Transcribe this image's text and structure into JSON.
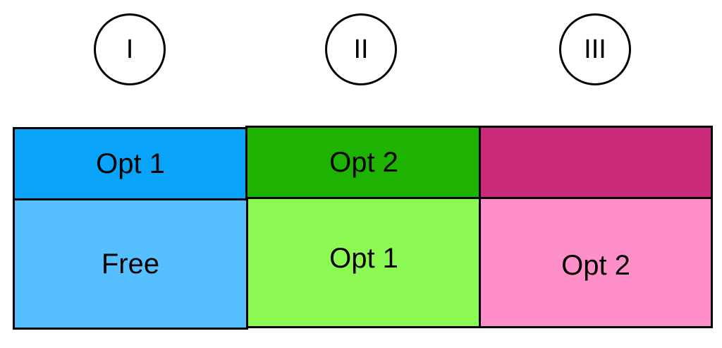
{
  "columns": [
    {
      "label": "I",
      "top": {
        "text": "Opt 1",
        "color": "#0aa3fa"
      },
      "bottom": {
        "text": "Free",
        "color": "#55bfff"
      }
    },
    {
      "label": "II",
      "top": {
        "text": "Opt 2",
        "color": "#1db300"
      },
      "bottom": {
        "text": "Opt 1",
        "color": "#8cfa52"
      }
    },
    {
      "label": "III",
      "top": {
        "text": "",
        "color": "#cb2a7b"
      },
      "bottom": {
        "text": "Opt 2",
        "color": "#ff8fc8"
      }
    }
  ]
}
